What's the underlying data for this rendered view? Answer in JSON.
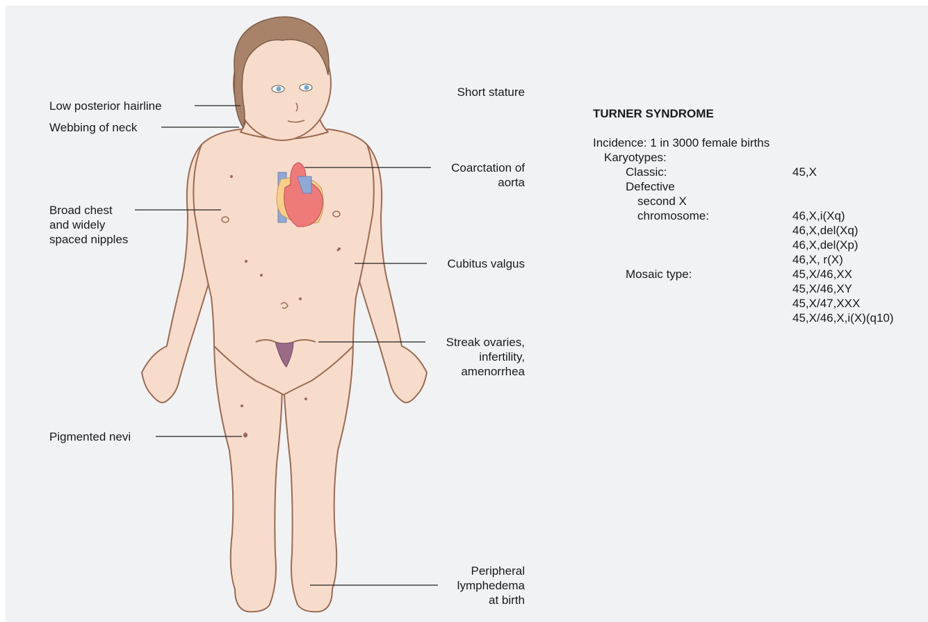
{
  "colors": {
    "background": "#f1f2f4",
    "skin": "#f7dccb",
    "skin_outline": "#9a6a52",
    "hair": "#a8836a",
    "heart_red": "#ef7a7a",
    "heart_yellow": "#f6cf8a",
    "vessel_blue": "#8fa8d6",
    "uterus": "#9a6a86",
    "leader_line": "#222222"
  },
  "labels_left": {
    "low_posterior_hairline": "Low posterior hairline",
    "webbing_of_neck": "Webbing of neck",
    "broad_chest": [
      "Broad chest",
      "and widely",
      "spaced nipples"
    ],
    "pigmented_nevi": "Pigmented nevi"
  },
  "labels_right": {
    "short_stature": "Short stature",
    "coarctation": [
      "Coarctation of",
      "aorta"
    ],
    "cubitus_valgus": "Cubitus valgus",
    "streak_ovaries": [
      "Streak ovaries,",
      "infertility,",
      "amenorrhea"
    ],
    "peripheral_lymphedema": [
      "Peripheral",
      "lymphedema",
      "at birth"
    ]
  },
  "info": {
    "title": "TURNER SYNDROME",
    "incidence": "Incidence: 1 in 3000 female births",
    "karyotypes_heading": "Karyotypes:",
    "classic_label": "Classic:",
    "classic_value": "45,X",
    "defective_label": [
      "Defective",
      "second X",
      "chromosome:"
    ],
    "defective_values": [
      "46,X,i(Xq)",
      "46,X,del(Xq)",
      "46,X,del(Xp)",
      "46,X, r(X)"
    ],
    "mosaic_label": "Mosaic type:",
    "mosaic_values": [
      "45,X/46,XX",
      "45,X/46,XY",
      "45,X/47,XXX",
      "45,X/46,X,i(X)(q10)"
    ]
  }
}
